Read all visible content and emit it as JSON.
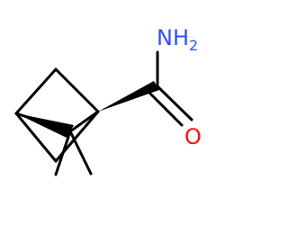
{
  "molecule": {
    "atoms": {
      "amide_nitrogen": {
        "symbol": "NH",
        "subscript": "2",
        "color": "#3050f8"
      },
      "carbonyl_oxygen": {
        "symbol": "O",
        "color": "#ff0d0d"
      }
    },
    "bond_color": "#000000"
  }
}
